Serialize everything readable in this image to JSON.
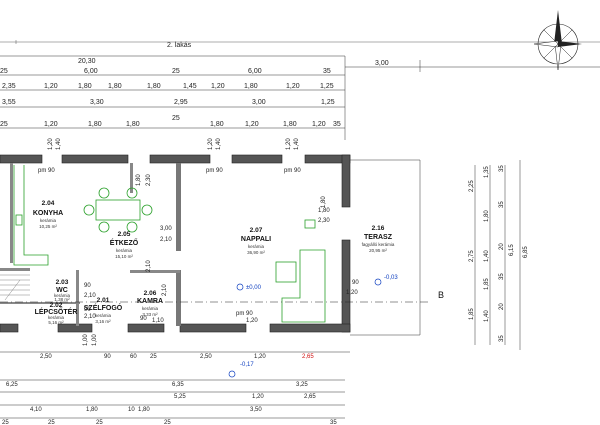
{
  "header": {
    "unit": "2. lakás"
  },
  "top_dims": {
    "row1": [
      "20,30",
      "3,00"
    ],
    "row2": [
      "25",
      "6,00",
      "25",
      "6,00",
      "35"
    ],
    "row3": [
      "2,35",
      "1,20",
      "1,80",
      "1,80",
      "1,80",
      "1,45",
      "1,20",
      "1,80",
      "1,20",
      "1,25"
    ],
    "row4": [
      "3,55",
      "3,30",
      "2,95",
      "3,00",
      "1,25"
    ],
    "row5": [
      "25",
      "1,20",
      "1,80",
      "1,80",
      "25",
      "1,80",
      "1,20",
      "1,80",
      "1,20",
      "35"
    ]
  },
  "openings": [
    "1,20",
    "1,40",
    "1,80",
    "2,30",
    "1,20",
    "1,40",
    "1,80",
    "1,20",
    "1,40"
  ],
  "pm_labels": [
    "pm 90",
    "pm 90",
    "pm 90"
  ],
  "rooms": [
    {
      "num": "2.04",
      "name": "KONYHA",
      "sub": "kerámia",
      "area": "10,25 m²"
    },
    {
      "num": "2.05",
      "name": "ÉTKEZŐ",
      "sub": "kerámia",
      "area": "15,10 m²"
    },
    {
      "num": "2.07",
      "name": "NAPPALI",
      "sub": "kerámia",
      "area": "36,90 m²"
    },
    {
      "num": "2.16",
      "name": "TERASZ",
      "sub": "fagyálló kerámia",
      "area": "20,95 m²"
    },
    {
      "num": "2.03",
      "name": "WC",
      "sub": "kerámia",
      "area": "1,38 m²"
    },
    {
      "num": "2.02",
      "name": "LÉPCSŐTÉR",
      "sub": "kerámia",
      "area": "5,16 m²"
    },
    {
      "num": "2.01",
      "name": "SZÉLFOGÓ",
      "sub": "kerámia",
      "area": "3,16 m²"
    },
    {
      "num": "2.06",
      "name": "KAMRA",
      "sub": "kerámia",
      "area": "3,33 m²"
    }
  ],
  "inner": {
    "e1": "3,00",
    "e2": "2,10",
    "n1": "1,80",
    "n2": "2,30",
    "n3": "2,10",
    "k1": "90",
    "k2": "1,20",
    "w1": "90",
    "w2": "2,10",
    "s1": "90",
    "s2": "2,10",
    "kam1": "2,10",
    "kam2": "90",
    "kam3": "1,10",
    "kam4": "1,20",
    "pm4": "pm 90"
  },
  "levels": {
    "main": "±0,00",
    "terrace": "-0,03",
    "outside": "-0,17"
  },
  "section": "B",
  "right_dims": {
    "col1": [
      "2,25",
      "2,75",
      "1,85"
    ],
    "col2": [
      "1,35",
      "1,80",
      "1,40",
      "1,85",
      "1,40"
    ],
    "col3": [
      "35",
      "35",
      "20",
      "35",
      "20",
      "35"
    ],
    "col4": [
      "6,15",
      "6,85"
    ]
  },
  "bottom_dims": {
    "row1": [
      "1,00",
      "2,50",
      "1,00",
      "90",
      "60",
      "25",
      "2,50",
      "1,20",
      "2,65"
    ],
    "row2": [
      "6,25",
      "6,35",
      "3,25"
    ],
    "row3": [
      "5,25",
      "1,20",
      "2,65"
    ],
    "row4": [
      "4,10",
      "1,80",
      "10",
      "1,80",
      "3,50"
    ],
    "row5": [
      "25",
      "25",
      "25",
      "25",
      "35"
    ]
  },
  "colors": {
    "wall": "#555555",
    "dims": "#222222",
    "red_dim": "#d01010",
    "green": "#2aa02a",
    "blue_level": "#1040c0"
  }
}
